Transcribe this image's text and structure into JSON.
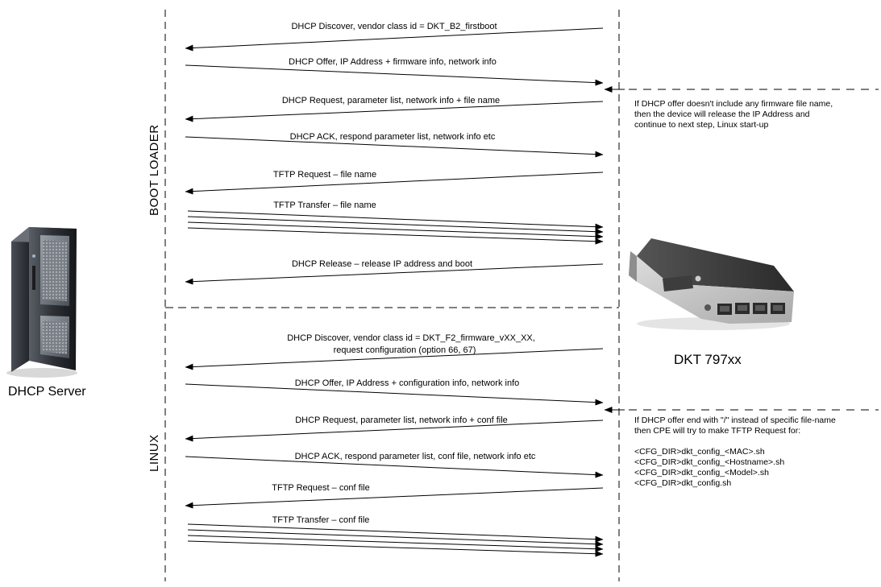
{
  "entities": {
    "server": {
      "label": "DHCP Server"
    },
    "device": {
      "label": "DKT 797xx"
    }
  },
  "phases": {
    "boot_loader": "BOOT LOADER",
    "linux": "LINUX"
  },
  "messages": {
    "m1": "DHCP Discover, vendor class id = DKT_B2_firstboot",
    "m2": "DHCP Offer, IP Address + firmware info, network info",
    "m3": "DHCP Request, parameter list, network info + file name",
    "m4": "DHCP ACK, respond parameter list, network info etc",
    "m5": "TFTP Request – file name",
    "m6": "TFTP Transfer – file name",
    "m7": "DHCP Release – release IP address and boot",
    "m8_line1": "DHCP Discover, vendor class id = DKT_F2_firmware_vXX_XX,",
    "m8_line2": "request configuration (option 66, 67)",
    "m9": "DHCP Offer, IP Address + configuration info, network info",
    "m10": "DHCP Request, parameter list, network info + conf file",
    "m11": "DHCP ACK, respond parameter list, conf file, network info etc",
    "m12": "TFTP Request – conf file",
    "m13": "TFTP Transfer – conf file"
  },
  "notes": {
    "boot": [
      "If DHCP offer doesn't include any firmware file name,",
      "then the device will release the IP Address and",
      "continue to next step, Linux start-up"
    ],
    "linux": [
      "If DHCP offer end with \"/\" instead of specific file-name",
      "then CPE will try to make TFTP Request for:",
      "",
      "<CFG_DIR>dkt_config_<MAC>.sh",
      "<CFG_DIR>dkt_config_<Hostname>.sh",
      "<CFG_DIR>dkt_config_<Model>.sh",
      "<CFG_DIR>dkt_config.sh"
    ]
  }
}
